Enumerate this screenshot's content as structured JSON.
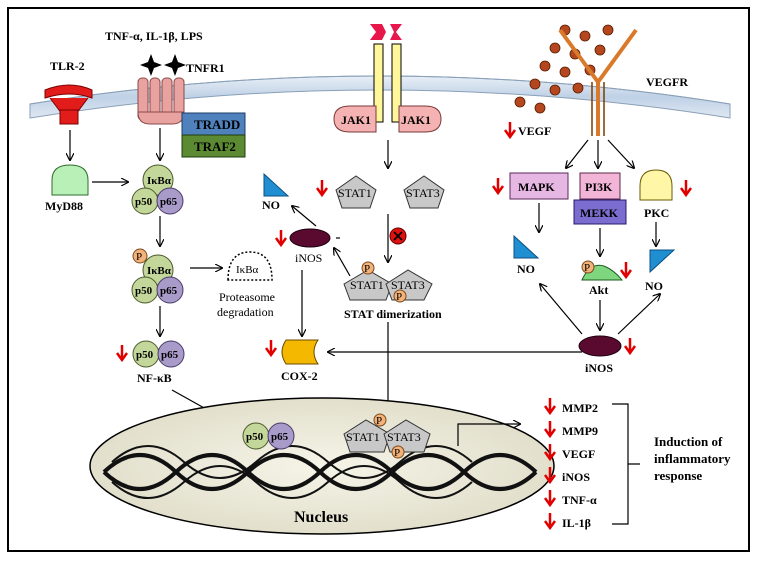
{
  "labels": {
    "tlr2": "TLR-2",
    "cytokines": "TNF-α, IL-1β, LPS",
    "tnfr1": "TNFR1",
    "tradd": "TRADD",
    "traf2": "TRAF2",
    "myd88": "MyD88",
    "ikba": "IκBα",
    "p50": "p50",
    "p65": "p65",
    "p": "P",
    "proteasome_1": "Proteasome",
    "proteasome_2": "degradation",
    "nfkb": "NF-κB",
    "jak1_left": "JAK1",
    "jak1_right": "JAK1",
    "stat1": "STAT1",
    "stat3": "STAT3",
    "stat_dimer": "STAT dimerization",
    "no": "NO",
    "inos": "iNOS",
    "cox2": "COX-2",
    "vegfr": "VEGFR",
    "vegf": "VEGF",
    "mapk": "MAPK",
    "pi3k": "PI3K",
    "mekk": "MEKK",
    "pkc": "PKC",
    "akt": "Akt",
    "nucleus": "Nucleus"
  },
  "gene_list": [
    "MMP2",
    "MMP9",
    "VEGF",
    "iNOS",
    "TNF-α",
    "IL-1β"
  ],
  "response": [
    "Induction of",
    "inflammatory",
    "response"
  ],
  "colors": {
    "membrane": "#c9d9ea",
    "tnfr1": "#e8a3a0",
    "tradd": "#4f81bd",
    "traf2": "#5b8a32",
    "myd88": "#b8f0b8",
    "ikba": "#c4d79b",
    "p50": "#c4d79b",
    "p65": "#a99bc9",
    "phospho": "#f2b27a",
    "jak1": "#f4b2b2",
    "stat": "#c8c8c8",
    "inos": "#5a0a2e",
    "no": "#1f8fd1",
    "cox2": "#f5b800",
    "mapk": "#e7b7e3",
    "pi3k": "#f2b5d8",
    "mekk": "#7b6ccf",
    "pkc": "#fff6a8",
    "akt": "#7ed67e",
    "vegf": "#b5471f",
    "vegfr": "#d97a2a",
    "jak_receptor": "#e8174b",
    "nucleus": "#ece9d8",
    "down_arrow": "#e10000"
  }
}
